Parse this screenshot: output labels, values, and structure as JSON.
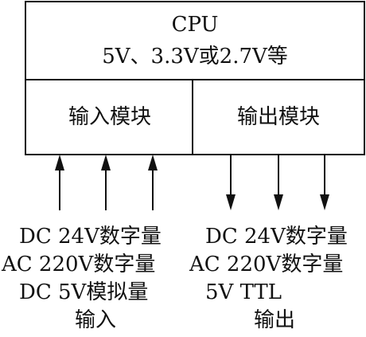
{
  "cpu": {
    "title": "CPU",
    "voltages": "5V、3.3V或2.7V等"
  },
  "modules": {
    "input": "输入模块",
    "output": "输出模块"
  },
  "input_signals": {
    "items": [
      "DC 24V数字量",
      "AC 220V数字量",
      "DC 5V模拟量"
    ],
    "caption": "输入"
  },
  "output_signals": {
    "items": [
      "DC 24V数字量",
      "AC 220V数字量",
      "5V TTL"
    ],
    "caption": "输出"
  },
  "colors": {
    "line": "#111111",
    "background": "#ffffff"
  }
}
